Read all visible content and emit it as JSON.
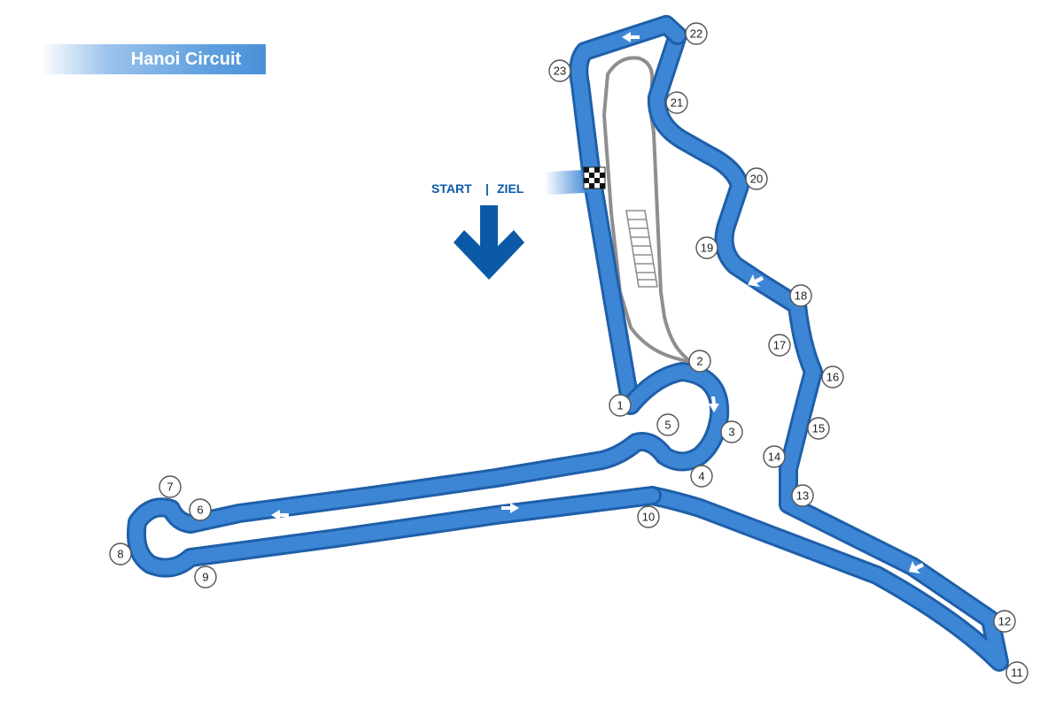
{
  "title": "Hanoi Circuit",
  "start_finish": {
    "start": "START",
    "separator": "|",
    "finish": "ZIEL"
  },
  "colors": {
    "track_dark": "#1f5fa8",
    "track_light": "#3d86d6",
    "pit_lane": "#8e8e8e",
    "accent": "#0a5aa8"
  },
  "turns": [
    "1",
    "2",
    "3",
    "4",
    "5",
    "6",
    "7",
    "8",
    "9",
    "10",
    "11",
    "12",
    "13",
    "14",
    "15",
    "16",
    "17",
    "18",
    "19",
    "20",
    "21",
    "22",
    "23"
  ]
}
